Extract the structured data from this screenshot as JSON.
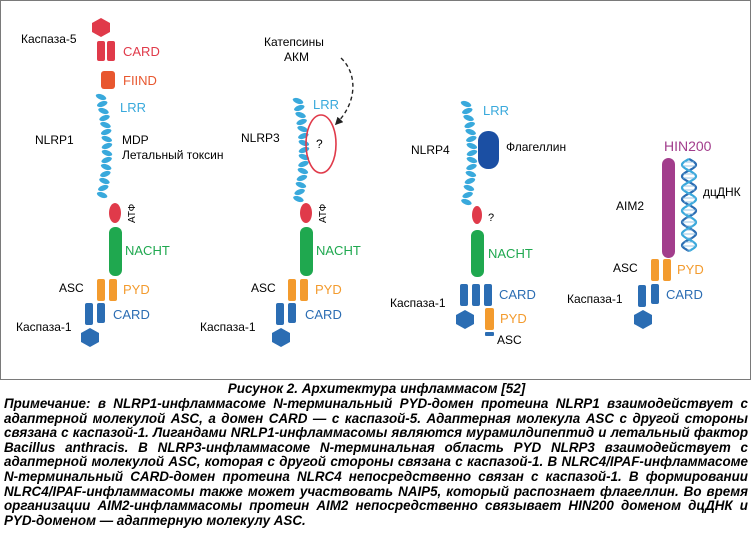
{
  "figure": {
    "caption": "Рисунок 2. Архитектура инфламмасом [52]",
    "note": "Примечание: в NLRP1-инфламмасоме N-терминальный PYD-домен протеина NLRP1 взаимодействует с адаптерной молекулой ASC, а домен CARD — с каспазой-5. Адаптерная молекула ASC с другой стороны связана с каспазой-1. Лигандами NRLP1-инфламмасомы являются мурамилдипептид и летальный фактор Bacillus anthracis. В NLRP3-инфламмасоме N-терминальная область PYD NLRP3 взаимодействует с адаптерной молекулой ASC, которая с другой стороны связана с каспазой-1. В NLRC4/IPAF-инфламмасоме N-терминальный CARD-домен протеина NLRC4 непосредственно связан с каспазой-1. В формировании NLRC4/IPAF-инфламмасомы также может участвовать NAIP5, который распознает флагеллин. Во время организации AIM2-инфламмасомы протеин AIM2 непосредственно связывает HIN200 доменом дцДНК и PYD-доменом — адаптерную молекулу ASC."
  },
  "colors": {
    "card": "#e03a4a",
    "fiind": "#e8572f",
    "lrr": "#39a9dc",
    "atp": "#e03a4a",
    "nacht": "#1fa84f",
    "pyd": "#f39b2e",
    "casp": "#2b6db3",
    "flagellin": "#1b4fa3",
    "hin200": "#a23d8c",
    "ligand_oval": "#e03a4a",
    "dna1": "#2b6db3",
    "dna2": "#39a9dc"
  },
  "nlrp1": {
    "caspase5": "Каспаза-5",
    "card": "CARD",
    "fiind": "FIIND",
    "lrr": "LRR",
    "name": "NLRP1",
    "ligand1": "MDP",
    "ligand2": "Летальный токсин",
    "atp": "АТФ",
    "nacht": "NACHT",
    "asc": "ASC",
    "pyd": "PYD",
    "caspase1": "Каспаза-1",
    "card2": "CARD"
  },
  "nlrp3": {
    "ligand1": "Катепсины",
    "ligand2": "АКМ",
    "lrr": "LRR",
    "name": "NLRP3",
    "question": "?",
    "atp": "АТФ",
    "nacht": "NACHT",
    "asc": "ASC",
    "pyd": "PYD",
    "caspase1": "Каспаза-1",
    "card": "CARD"
  },
  "nlrp4": {
    "lrr": "LRR",
    "name": "NLRP4",
    "flagellin": "Флагеллин",
    "question": "?",
    "nacht": "NACHT",
    "caspase1": "Каспаза-1",
    "card": "CARD",
    "pyd": "PYD",
    "asc": "ASC"
  },
  "aim2": {
    "hin200": "HIN200",
    "dna": "дцДНК",
    "name": "AIM2",
    "asc": "ASC",
    "pyd": "PYD",
    "caspase1": "Каспаза-1",
    "card": "CARD"
  }
}
